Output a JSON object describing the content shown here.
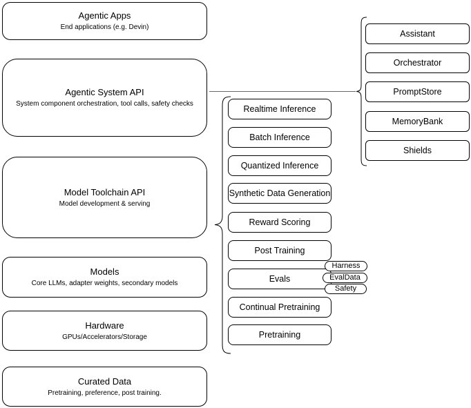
{
  "diagram": {
    "left_stack": [
      {
        "title": "Agentic Apps",
        "subtitle": "End applications (e.g. Devin)"
      },
      {
        "title": "Agentic System API",
        "subtitle": "System component orchestration, tool calls, safety checks"
      },
      {
        "title": "Model Toolchain API",
        "subtitle": "Model development & serving"
      },
      {
        "title": "Models",
        "subtitle": "Core LLMs, adapter weights, secondary models"
      },
      {
        "title": "Hardware",
        "subtitle": "GPUs/Accelerators/Storage"
      },
      {
        "title": "Curated Data",
        "subtitle": "Pretraining, preference, post training."
      }
    ],
    "toolchain_group": {
      "items": [
        "Realtime Inference",
        "Batch Inference",
        "Quantized Inference",
        "Synthetic Data Generation",
        "Reward Scoring",
        "Post Training",
        "Evals",
        "Continual Pretraining",
        "Pretraining"
      ],
      "evals_tags": [
        "Harness",
        "EvalData",
        "Safety"
      ]
    },
    "system_group": {
      "items": [
        "Assistant",
        "Orchestrator",
        "PromptStore",
        "MemoryBank",
        "Shields"
      ]
    },
    "colors": {
      "node_border": "#000000",
      "node_fill": "#ffffff",
      "connector": "#666666",
      "text": "#000000",
      "background": "#ffffff"
    }
  }
}
